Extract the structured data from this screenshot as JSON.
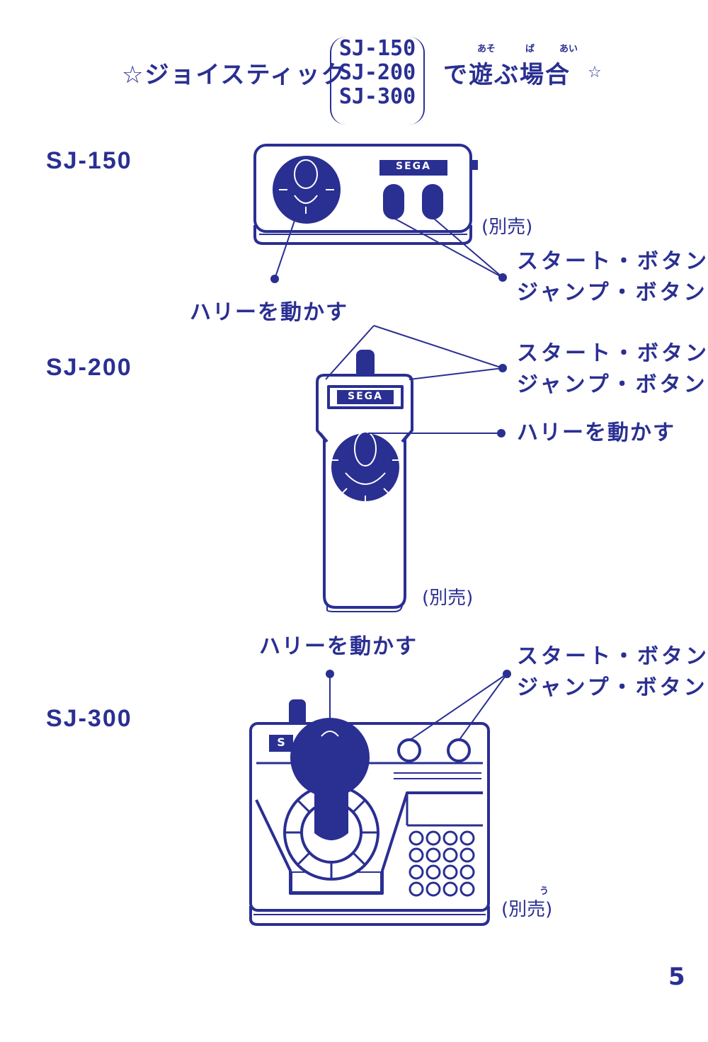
{
  "title": {
    "prefix": "☆ジョイスティック",
    "models": [
      "SJ-150",
      "SJ-200",
      "SJ-300"
    ],
    "suffix": "で遊ぶ場合",
    "star_end": "☆",
    "ruby_asobu": "あそ",
    "ruby_ba": "ば",
    "ruby_ai": "あい"
  },
  "sections": [
    {
      "model": "SJ-150",
      "brand": "SEGA",
      "sold_separately": "(別売)",
      "button_labels": [
        "スタート・ボタン",
        "ジャンプ・ボタン"
      ],
      "stick_label": "ハリーを動かす"
    },
    {
      "model": "SJ-200",
      "brand": "SEGA",
      "sold_separately": "(別売)",
      "button_labels": [
        "スタート・ボタン",
        "ジャンプ・ボタン"
      ],
      "stick_label": "ハリーを動かす"
    },
    {
      "model": "SJ-300",
      "brand": "S",
      "sold_separately": "(別売)",
      "sold_ruby": "う",
      "button_labels": [
        "スタート・ボタン",
        "ジャンプ・ボタン"
      ],
      "stick_label": "ハリーを動かす"
    }
  ],
  "page_number": "5",
  "colors": {
    "ink": "#2a2f92",
    "background": "#ffffff"
  }
}
